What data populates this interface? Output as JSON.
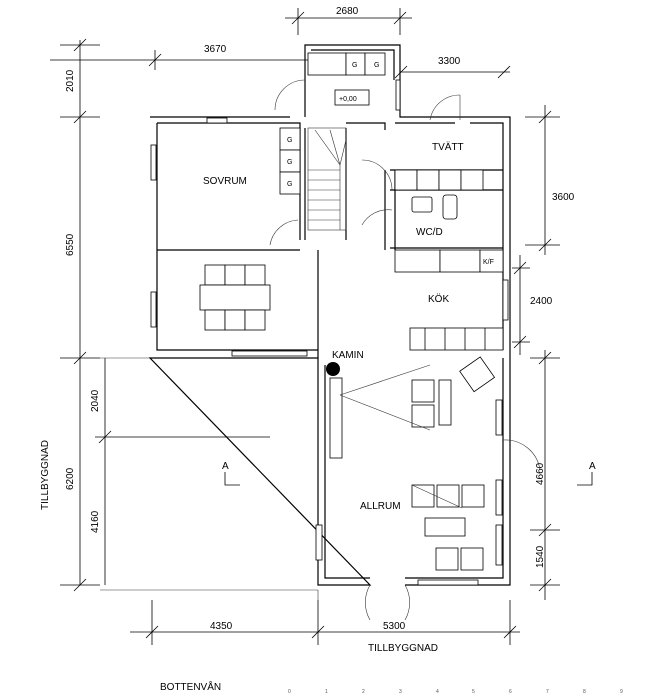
{
  "plan": {
    "title": "BOTTENVÅN",
    "rooms": {
      "sovrum": "SOVRUM",
      "tvatt": "TVÄTT",
      "wcd": "WC/D",
      "kok": "KÖK",
      "kamin": "KAMIN",
      "allrum": "ALLRUM",
      "tillbyggnad_left": "TILLBYGGNAD",
      "tillbyggnad_bottom": "TILLBYGGNAD"
    },
    "level_marker": "+0,00",
    "appliance_g": "G",
    "appliance_kf": "K/F",
    "section_marker": "A",
    "dimensions": {
      "top_2680": "2680",
      "top_3670": "3670",
      "top_3300": "3300",
      "left_2010": "2010",
      "left_6550": "6550",
      "left_2040": "2040",
      "left_6200": "6200",
      "left_4160": "4160",
      "right_3600": "3600",
      "right_2400": "2400",
      "right_4660": "4660",
      "right_1540": "1540",
      "bottom_4350": "4350",
      "bottom_5300": "5300"
    },
    "scale_ticks": [
      "0",
      "1",
      "2",
      "3",
      "4",
      "5",
      "6",
      "7",
      "8",
      "9"
    ]
  }
}
